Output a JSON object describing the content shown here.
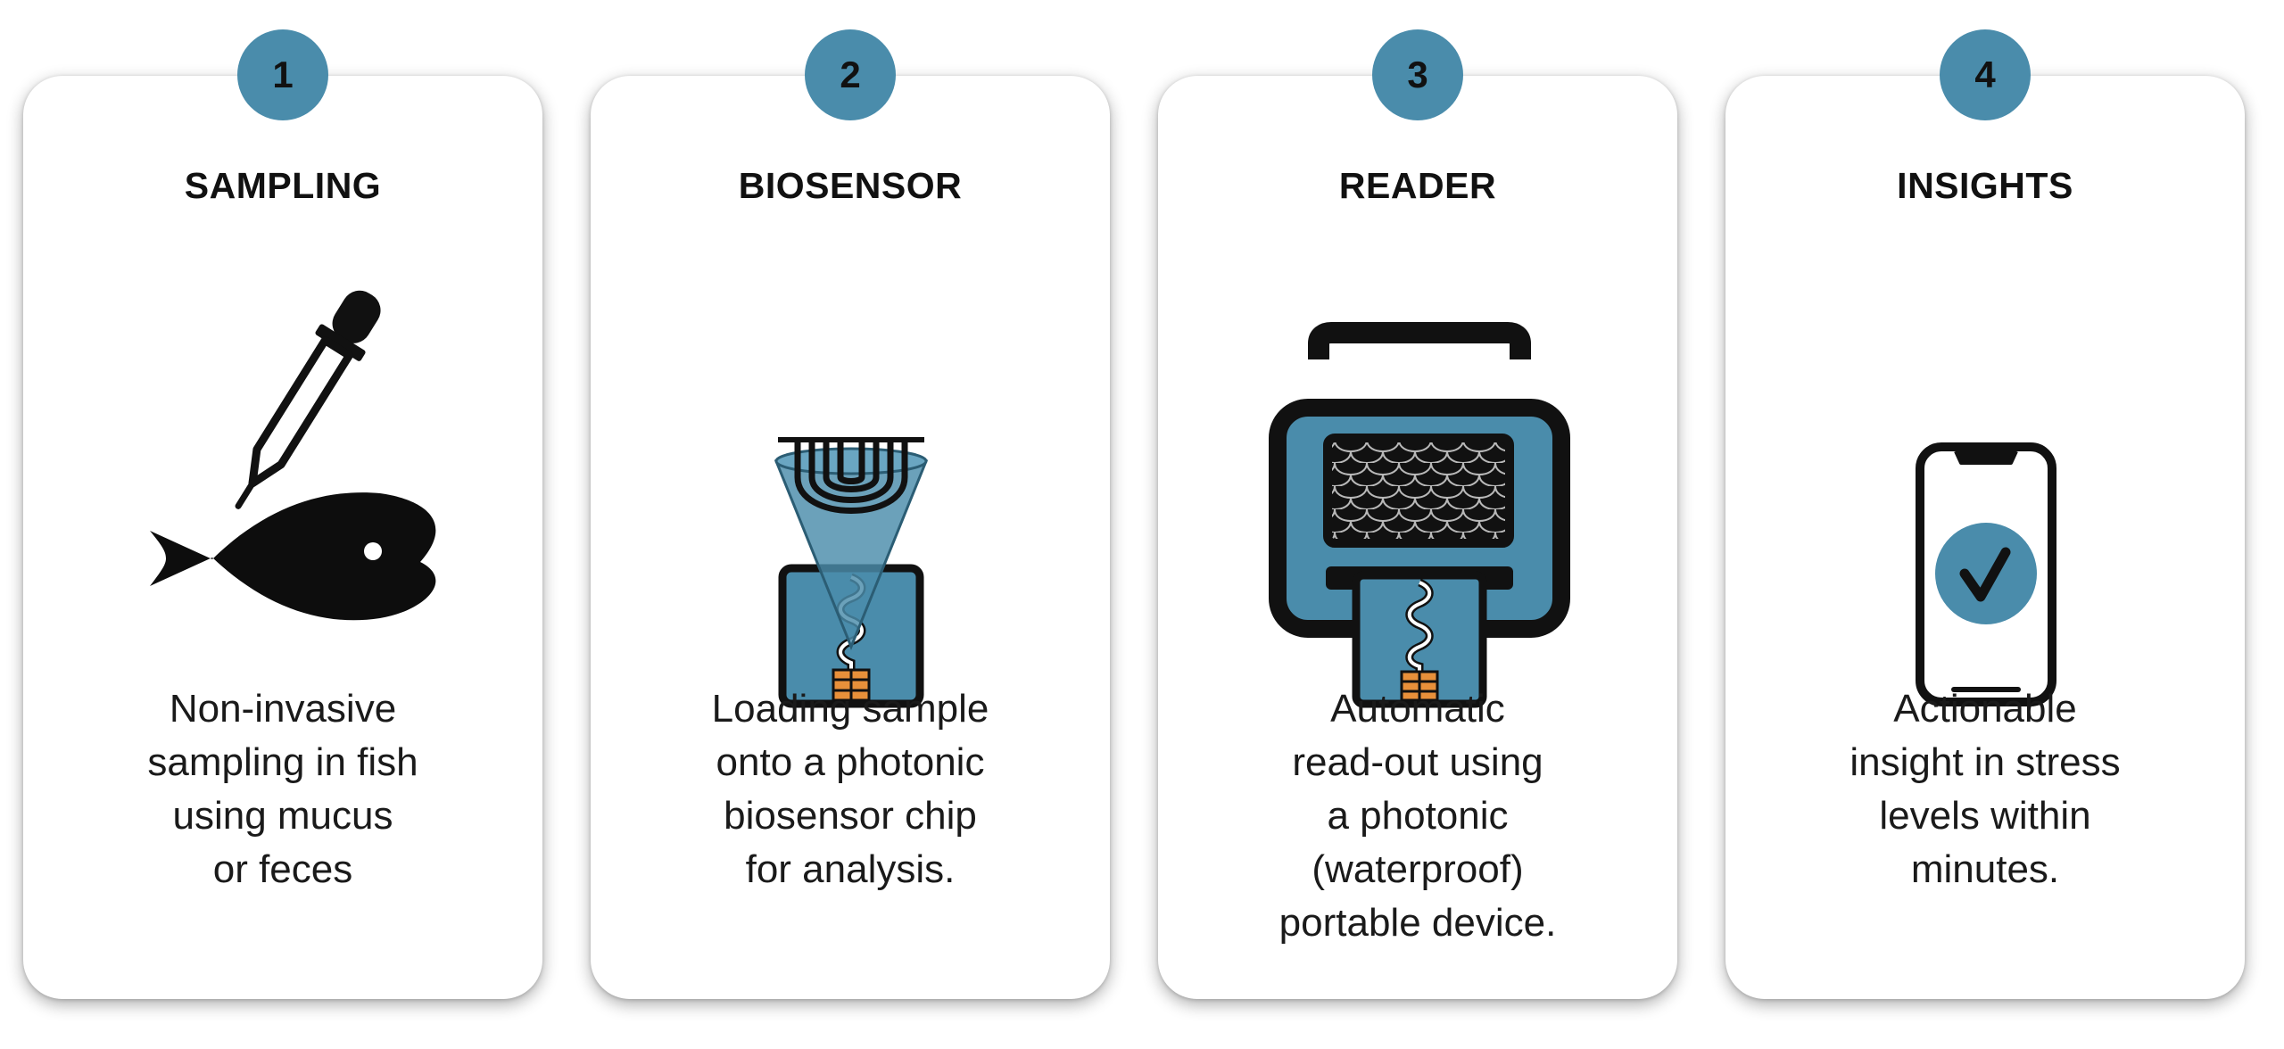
{
  "colors": {
    "accent": "#4a8cab",
    "ink": "#111111",
    "chip_pad": "#e8903a"
  },
  "steps": [
    {
      "number": "1",
      "title": "SAMPLING",
      "icon": "fish-and-pipette-icon",
      "description": [
        "Non-invasive",
        "sampling in fish",
        "using mucus",
        "or feces"
      ]
    },
    {
      "number": "2",
      "title": "BIOSENSOR",
      "icon": "photonic-chip-icon",
      "description": [
        "Loading sample",
        "onto a photonic",
        "biosensor chip",
        "for analysis."
      ]
    },
    {
      "number": "3",
      "title": "READER",
      "icon": "portable-reader-icon",
      "description": [
        "Automatic",
        "read-out using",
        "a photonic",
        "(waterproof)",
        "portable device."
      ]
    },
    {
      "number": "4",
      "title": "INSIGHTS",
      "icon": "smartphone-check-icon",
      "description": [
        "Actionable",
        "insight in stress",
        "levels within",
        "minutes."
      ]
    }
  ]
}
